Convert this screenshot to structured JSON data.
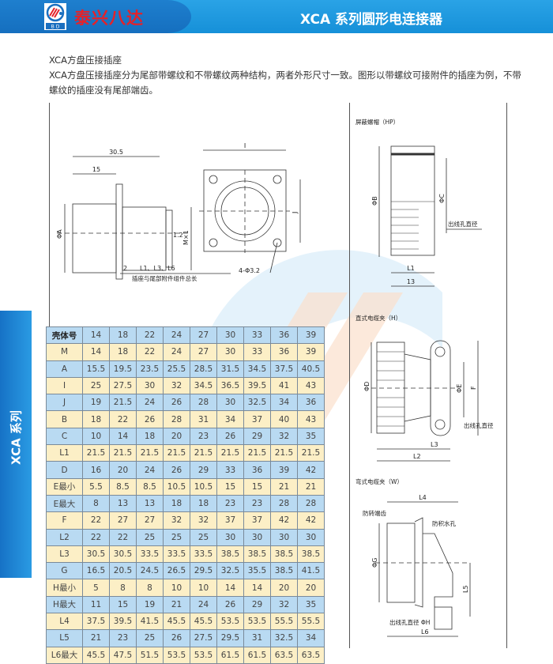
{
  "header": {
    "brand": "泰兴八达",
    "brand_sub": "B D",
    "title": "XCA 系列圆形电连接器"
  },
  "intro": {
    "heading": "XCA方盘压接插座",
    "body": "XCA方盘压接插座分为尾部带螺纹和不带螺纹两种结构，两者外形尺寸一致。图形以带螺纹可接附件的插座为例，不带螺纹的插座没有尾部端齿。"
  },
  "sidebar": {
    "label": "XCA 系列"
  },
  "drawing_main": {
    "dim_30_5": "30.5",
    "dim_15": "15",
    "phi_a": "ΦA",
    "m_x1": "M×1",
    "dim_1_2": "1.2",
    "dim_2": "2",
    "l_lengths": "L1、L3、L6",
    "note": "插座与尾部附件组件总长",
    "dim_i": "I",
    "dim_j": "J",
    "holes": "4-Φ3.2"
  },
  "drawing_hp": {
    "title": "屏蔽螺帽（HP）",
    "phi_b": "ΦB",
    "phi_c": "ΦC",
    "hole": "出线孔直径",
    "l1": "L1",
    "dim_13": "13"
  },
  "drawing_h": {
    "title": "直式电缆夹（H）",
    "phi_d": "ΦD",
    "phi_e": "ΦE",
    "f": "F",
    "hole": "出线孔直径",
    "l3": "L3",
    "l2": "L2"
  },
  "drawing_w": {
    "title": "弯式电缆夹（W）",
    "l4": "L4",
    "teeth": "防转端齿",
    "drain": "防积水孔",
    "phi_g": "ΦG",
    "l5": "L5",
    "hole": "出线孔直径 ΦH",
    "l6": "L6"
  },
  "table": {
    "rows": [
      {
        "label": "壳体号",
        "values": [
          "14",
          "18",
          "22",
          "24",
          "27",
          "30",
          "33",
          "36",
          "39"
        ]
      },
      {
        "label": "M",
        "values": [
          "14",
          "18",
          "22",
          "24",
          "27",
          "30",
          "33",
          "36",
          "39"
        ]
      },
      {
        "label": "A",
        "values": [
          "15.5",
          "19.5",
          "23.5",
          "25.5",
          "28.5",
          "31.5",
          "34.5",
          "37.5",
          "40.5"
        ]
      },
      {
        "label": "I",
        "values": [
          "25",
          "27.5",
          "30",
          "32",
          "34.5",
          "36.5",
          "39.5",
          "41",
          "43"
        ]
      },
      {
        "label": "J",
        "values": [
          "19",
          "21.5",
          "24",
          "26",
          "28",
          "30",
          "32.5",
          "34",
          "36"
        ]
      },
      {
        "label": "B",
        "values": [
          "18",
          "22",
          "26",
          "28",
          "31",
          "34",
          "37",
          "40",
          "43"
        ]
      },
      {
        "label": "C",
        "values": [
          "10",
          "14",
          "18",
          "20",
          "23",
          "26",
          "29",
          "32",
          "35"
        ]
      },
      {
        "label": "L1",
        "values": [
          "21.5",
          "21.5",
          "21.5",
          "21.5",
          "21.5",
          "21.5",
          "21.5",
          "21.5",
          "21.5"
        ]
      },
      {
        "label": "D",
        "values": [
          "16",
          "20",
          "24",
          "26",
          "29",
          "33",
          "36",
          "39",
          "42"
        ]
      },
      {
        "label": "E最小",
        "values": [
          "5.5",
          "8.5",
          "8.5",
          "10.5",
          "10.5",
          "15",
          "15",
          "21",
          "21"
        ]
      },
      {
        "label": "E最大",
        "values": [
          "8",
          "13",
          "13",
          "18",
          "18",
          "23",
          "23",
          "28",
          "28"
        ]
      },
      {
        "label": "F",
        "values": [
          "22",
          "27",
          "27",
          "32",
          "32",
          "37",
          "37",
          "42",
          "42"
        ]
      },
      {
        "label": "L2",
        "values": [
          "22",
          "22",
          "25",
          "25",
          "25",
          "30",
          "30",
          "30",
          "30"
        ]
      },
      {
        "label": "L3",
        "values": [
          "30.5",
          "30.5",
          "33.5",
          "33.5",
          "33.5",
          "38.5",
          "38.5",
          "38.5",
          "38.5"
        ]
      },
      {
        "label": "G",
        "values": [
          "16.5",
          "20.5",
          "24.5",
          "26.5",
          "29.5",
          "32.5",
          "35.5",
          "38.5",
          "41.5"
        ]
      },
      {
        "label": "H最小",
        "values": [
          "5",
          "8",
          "8",
          "10",
          "10",
          "14",
          "14",
          "20",
          "20"
        ]
      },
      {
        "label": "H最大",
        "values": [
          "11",
          "15",
          "19",
          "21",
          "24",
          "26",
          "29",
          "32",
          "35"
        ]
      },
      {
        "label": "L4",
        "values": [
          "37.5",
          "39.5",
          "41.5",
          "45.5",
          "45.5",
          "53.5",
          "53.5",
          "55.5",
          "55.5"
        ]
      },
      {
        "label": "L5",
        "values": [
          "21",
          "23",
          "25",
          "26",
          "27.5",
          "29.5",
          "31",
          "32.5",
          "34"
        ]
      },
      {
        "label": "L6最大",
        "values": [
          "45.5",
          "47.5",
          "51.5",
          "53.5",
          "53.5",
          "61.5",
          "61.5",
          "63.5",
          "63.5"
        ]
      }
    ]
  },
  "colors": {
    "header_blue": "#1690d8",
    "brand_red": "#e4222a",
    "row_blue": "#b9daf2",
    "row_yellow": "#fcefc6"
  }
}
